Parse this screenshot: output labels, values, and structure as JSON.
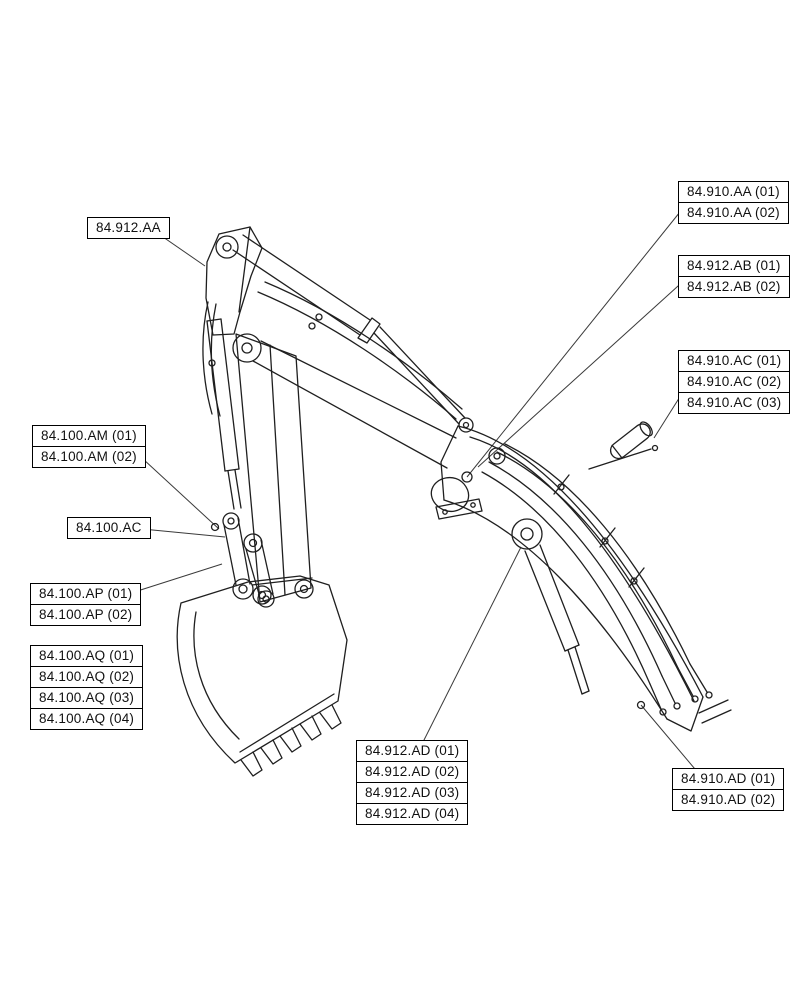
{
  "diagram": {
    "type": "parts-exploded-view",
    "subject": "Excavator boom, dipper arm, bucket and hydraulic lines",
    "line_color": "#1f1f1f",
    "background": "#ffffff"
  },
  "callouts": [
    {
      "id": "84.912.AA",
      "items": [
        "84.912.AA"
      ]
    },
    {
      "id": "84.910.AA",
      "items": [
        "84.910.AA (01)",
        "84.910.AA (02)"
      ]
    },
    {
      "id": "84.912.AB",
      "items": [
        "84.912.AB (01)",
        "84.912.AB (02)"
      ]
    },
    {
      "id": "84.910.AC",
      "items": [
        "84.910.AC (01)",
        "84.910.AC (02)",
        "84.910.AC (03)"
      ]
    },
    {
      "id": "84.100.AM",
      "items": [
        "84.100.AM (01)",
        "84.100.AM (02)"
      ]
    },
    {
      "id": "84.100.AC",
      "items": [
        "84.100.AC"
      ]
    },
    {
      "id": "84.100.AP",
      "items": [
        "84.100.AP (01)",
        "84.100.AP (02)"
      ]
    },
    {
      "id": "84.100.AQ",
      "items": [
        "84.100.AQ (01)",
        "84.100.AQ (02)",
        "84.100.AQ (03)",
        "84.100.AQ (04)"
      ]
    },
    {
      "id": "84.912.AD",
      "items": [
        "84.912.AD (01)",
        "84.912.AD (02)",
        "84.912.AD (03)",
        "84.912.AD (04)"
      ]
    },
    {
      "id": "84.910.AD",
      "items": [
        "84.910.AD (01)",
        "84.910.AD (02)"
      ]
    }
  ]
}
